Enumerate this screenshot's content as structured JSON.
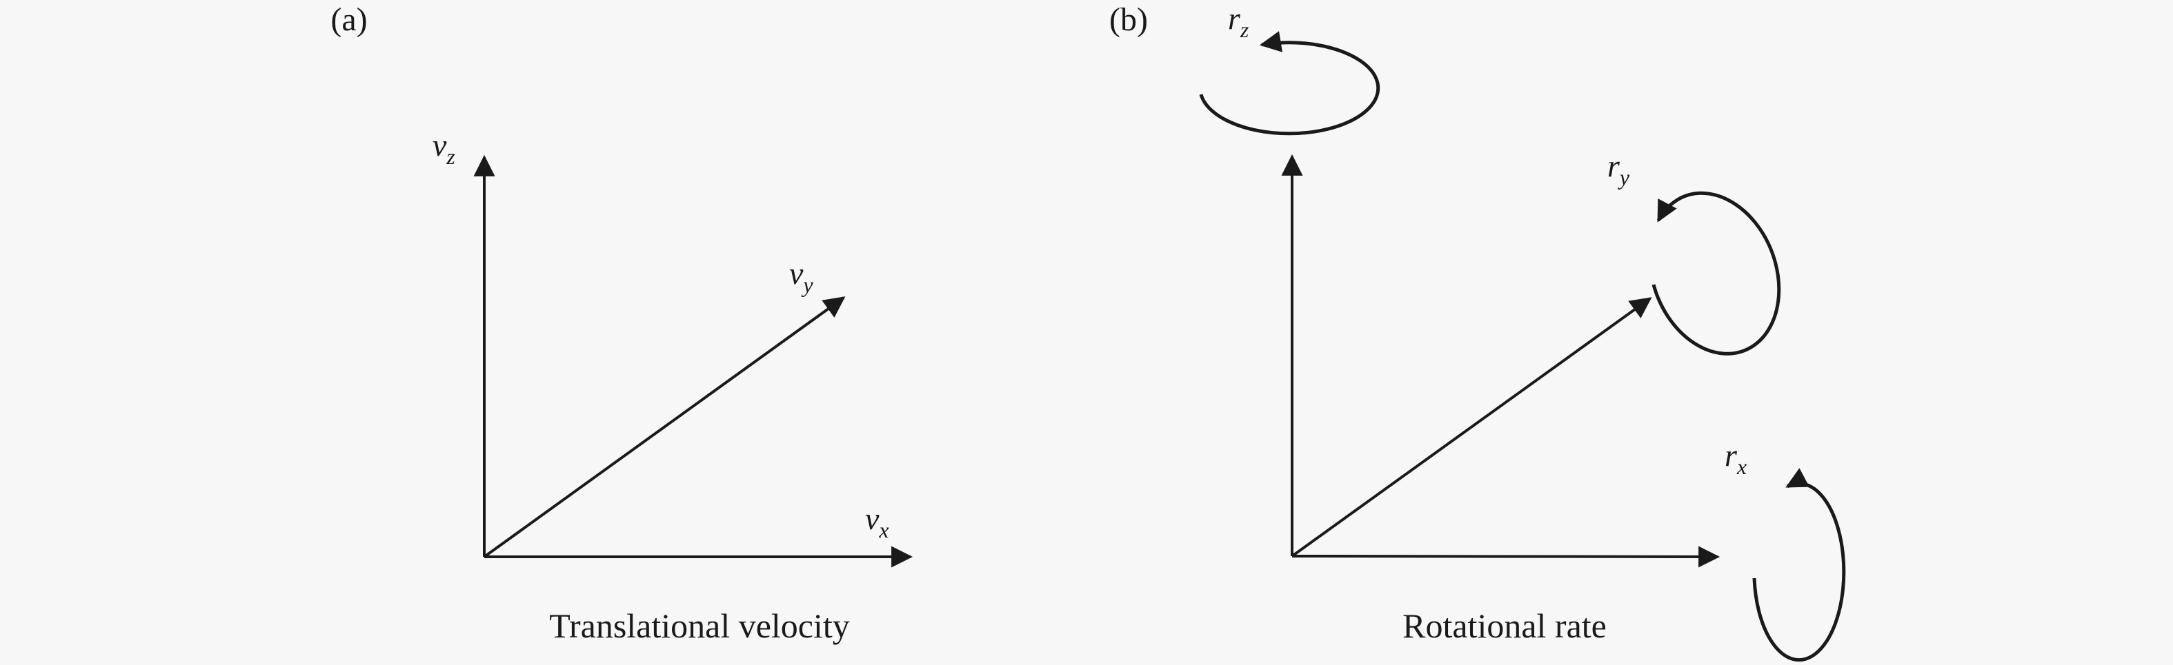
{
  "theme": {
    "bg": "#f7f7f7",
    "ink": "#1a1a1a"
  },
  "figure": {
    "description": "Two-panel diagram of coordinate axes",
    "panel_a": {
      "marker": "(a)",
      "caption": "Translational velocity",
      "axis_labels": {
        "z": {
          "base": "v",
          "sub": "z"
        },
        "y": {
          "base": "v",
          "sub": "y"
        },
        "x": {
          "base": "v",
          "sub": "x"
        }
      }
    },
    "panel_b": {
      "marker": "(b)",
      "caption": "Rotational rate",
      "axis_labels": {
        "z": {
          "base": "r",
          "sub": "z"
        },
        "y": {
          "base": "r",
          "sub": "y"
        },
        "x": {
          "base": "r",
          "sub": "x"
        }
      }
    }
  }
}
